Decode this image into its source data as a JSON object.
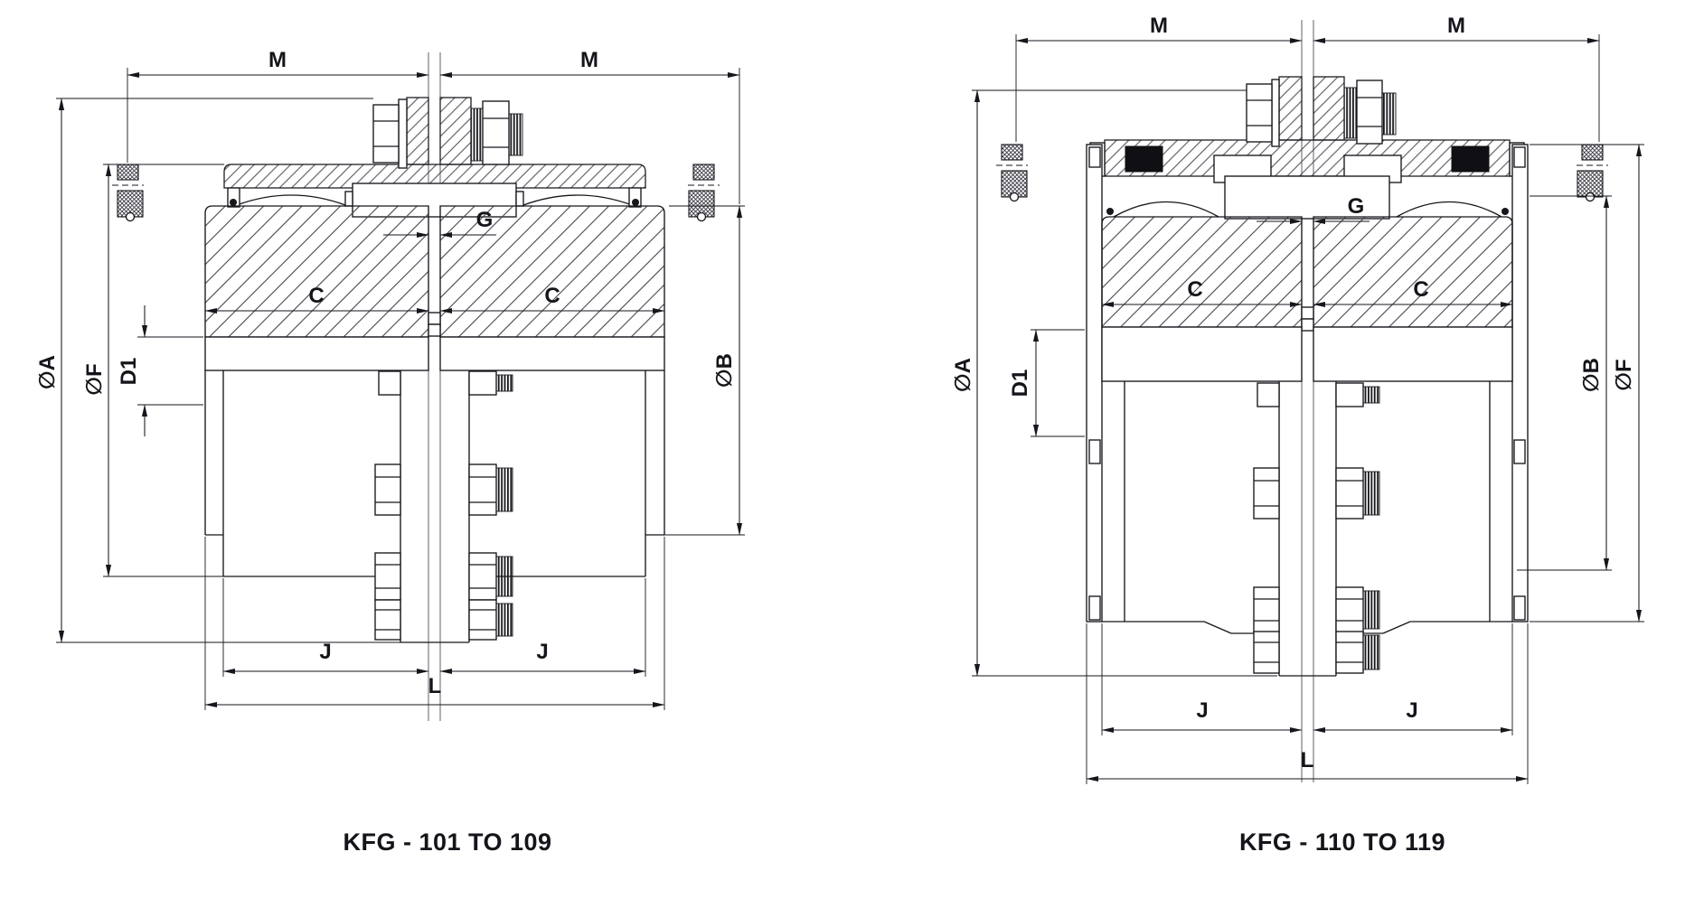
{
  "colors": {
    "ink": "#16161c",
    "paper": "#ffffff",
    "seal_black": "#101014"
  },
  "figures": [
    {
      "caption": "KFG - 101 TO 109",
      "labels": {
        "m_left": "M",
        "m_right": "M",
        "g": "G",
        "c_left": "C",
        "c_right": "C",
        "d1": "D1",
        "dia_a": "∅A",
        "dia_f": "∅F",
        "dia_b": "∅B",
        "j_left": "J",
        "j_right": "J",
        "l": "L"
      }
    },
    {
      "caption": "KFG - 110 TO 119",
      "labels": {
        "m_left": "M",
        "m_right": "M",
        "g": "G",
        "c_left": "C",
        "c_right": "C",
        "d1": "D1",
        "dia_a": "∅A",
        "dia_f": "∅F",
        "dia_b": "∅B",
        "j_left": "J",
        "j_right": "J",
        "l": "L"
      }
    }
  ]
}
